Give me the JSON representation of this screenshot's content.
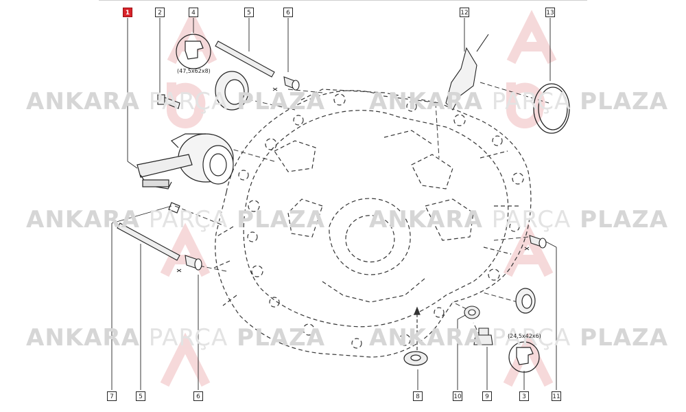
{
  "diagram": {
    "callouts": [
      {
        "label": "1",
        "selected": true
      },
      {
        "label": "2"
      },
      {
        "label": "4"
      },
      {
        "label": "5"
      },
      {
        "label": "6"
      },
      {
        "label": "12"
      },
      {
        "label": "13"
      },
      {
        "label": "7"
      },
      {
        "label": "5"
      },
      {
        "label": "6"
      },
      {
        "label": "8"
      },
      {
        "label": "10"
      },
      {
        "label": "9"
      },
      {
        "label": "3"
      },
      {
        "label": "11"
      }
    ],
    "dimensions": {
      "seal_top": "(47,5x62x8)",
      "seal_bottom": "(24,5x42x6)"
    },
    "accent_color": "#d8232a"
  },
  "watermark": {
    "brand_bold_1": "ANKARA",
    "brand_light": "PARÇA",
    "brand_bold_2": "PLAZA",
    "logo_text": "AP"
  }
}
